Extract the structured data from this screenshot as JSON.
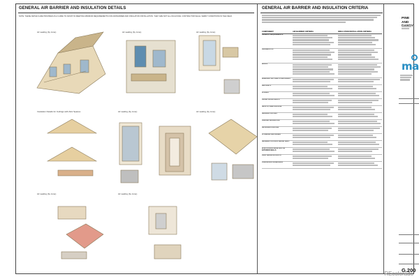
{
  "sheet": {
    "left_title": "GENERAL AIR BARRIER AND INSULATION DETAILS",
    "right_title": "GENERAL AIR BARRIER AND INSULATION CRITERIA",
    "note": "NOTE: THESE DETAILS ARE PROVIDED AS A GUIDE TO ASSIST IN MEETING MINIMUM REQUIREMENTS FOR AIR BARRIER AND INSULATION INSTALLATION. THEY ARE NOT ALL-INCLUSIVE. CONTRACTOR SHALL VERIFY CONDITIONS IN THE FIELD.",
    "panels": [
      {
        "label": "Air sealing (by zone)"
      },
      {
        "label": "Air sealing (by zone)"
      },
      {
        "label": "Air sealing (by zone)"
      },
      {
        "label": "Insulation Details for Ceilings with Attic Spaces"
      },
      {
        "label": "Air sealing (by zone)"
      },
      {
        "label": "Air sealing (by zone)"
      },
      {
        "label": "Air sealing (by zone)"
      },
      {
        "label": "Air sealing (by zone)"
      }
    ],
    "table_headers": [
      "COMPONENT",
      "AIR BARRIER CRITERIA",
      "INSULATION INSTALLATION CRITERIA"
    ],
    "table_rows": [
      {
        "component": "GENERAL REQUIREMENTS"
      },
      {
        "component": "CEILING/ATTIC"
      },
      {
        "component": "WALLS"
      },
      {
        "component": "WINDOWS, SKYLIGHTS AND DOORS"
      },
      {
        "component": "RIM JOISTS"
      },
      {
        "component": "FLOORS"
      },
      {
        "component": "CRAWL SPACE WALLS"
      },
      {
        "component": "SHAFTS, PENETRATIONS"
      },
      {
        "component": "NARROW CAVITIES"
      },
      {
        "component": "GARAGE SEPARATION"
      },
      {
        "component": "RECESSED LIGHTING"
      },
      {
        "component": "PLUMBING AND WIRING"
      },
      {
        "component": "SHOWER/TUB ON EXTERIOR WALL"
      },
      {
        "component": "ELECTRICAL/PHONE BOX ON EXTERIOR WALLS"
      },
      {
        "component": "HVAC REGISTER BOOTS"
      },
      {
        "component": "CONCEALED SPRINKLERS"
      }
    ]
  },
  "title_block": {
    "firm_name": "PINE AND DANDY",
    "logo_text": "mad",
    "sheet_number": "G.200"
  },
  "watermark": "REcolorado"
}
